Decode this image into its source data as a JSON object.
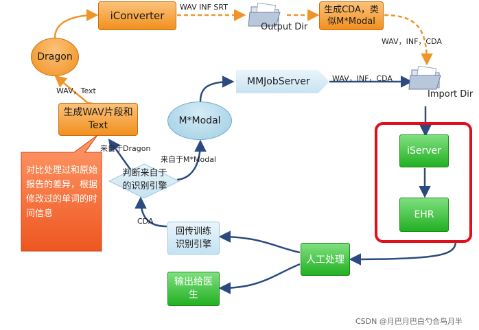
{
  "nodes": {
    "iconverter": "iConverter",
    "generate_cda": "生成CDA，类似M*Modal",
    "dragon": "Dragon",
    "mmjobserver": "MMJobServer",
    "mmodal": "M*Modal",
    "generate_wav": "生成WAV片段和Text",
    "judge": "判断来自于的识别引擎",
    "feedback": "回传训练识别引擎",
    "iserver": "iServer",
    "ehr": "EHR",
    "manual": "人工处理",
    "output_doctor": "输出给医生",
    "note": "对比处理过和原始报告的差异，根据修改过的单词的时间信息"
  },
  "folders": {
    "output": "Output Dir",
    "import": "Import Dir"
  },
  "edge_labels": {
    "wav_inf_srt": "WAV INF SRT",
    "wav_inf_cda_right": "WAV，INF，CDA",
    "wav_inf_cda_mid": "WAV，INF，CDA",
    "wav_text": "WAV，Text",
    "from_dragon": "来自于Dragon",
    "from_mmodal": "来自于M*Modal",
    "cda": "CDA"
  },
  "watermark": "CSDN @月巴月巴白勺合鸟月半",
  "colors": {
    "orange": "#f2901e",
    "green": "#22b022",
    "light_blue": "#c5e2f2",
    "red_frame": "#e0101a",
    "arrow_blue": "#2a4a80",
    "arrow_orange": "#f0942a"
  }
}
